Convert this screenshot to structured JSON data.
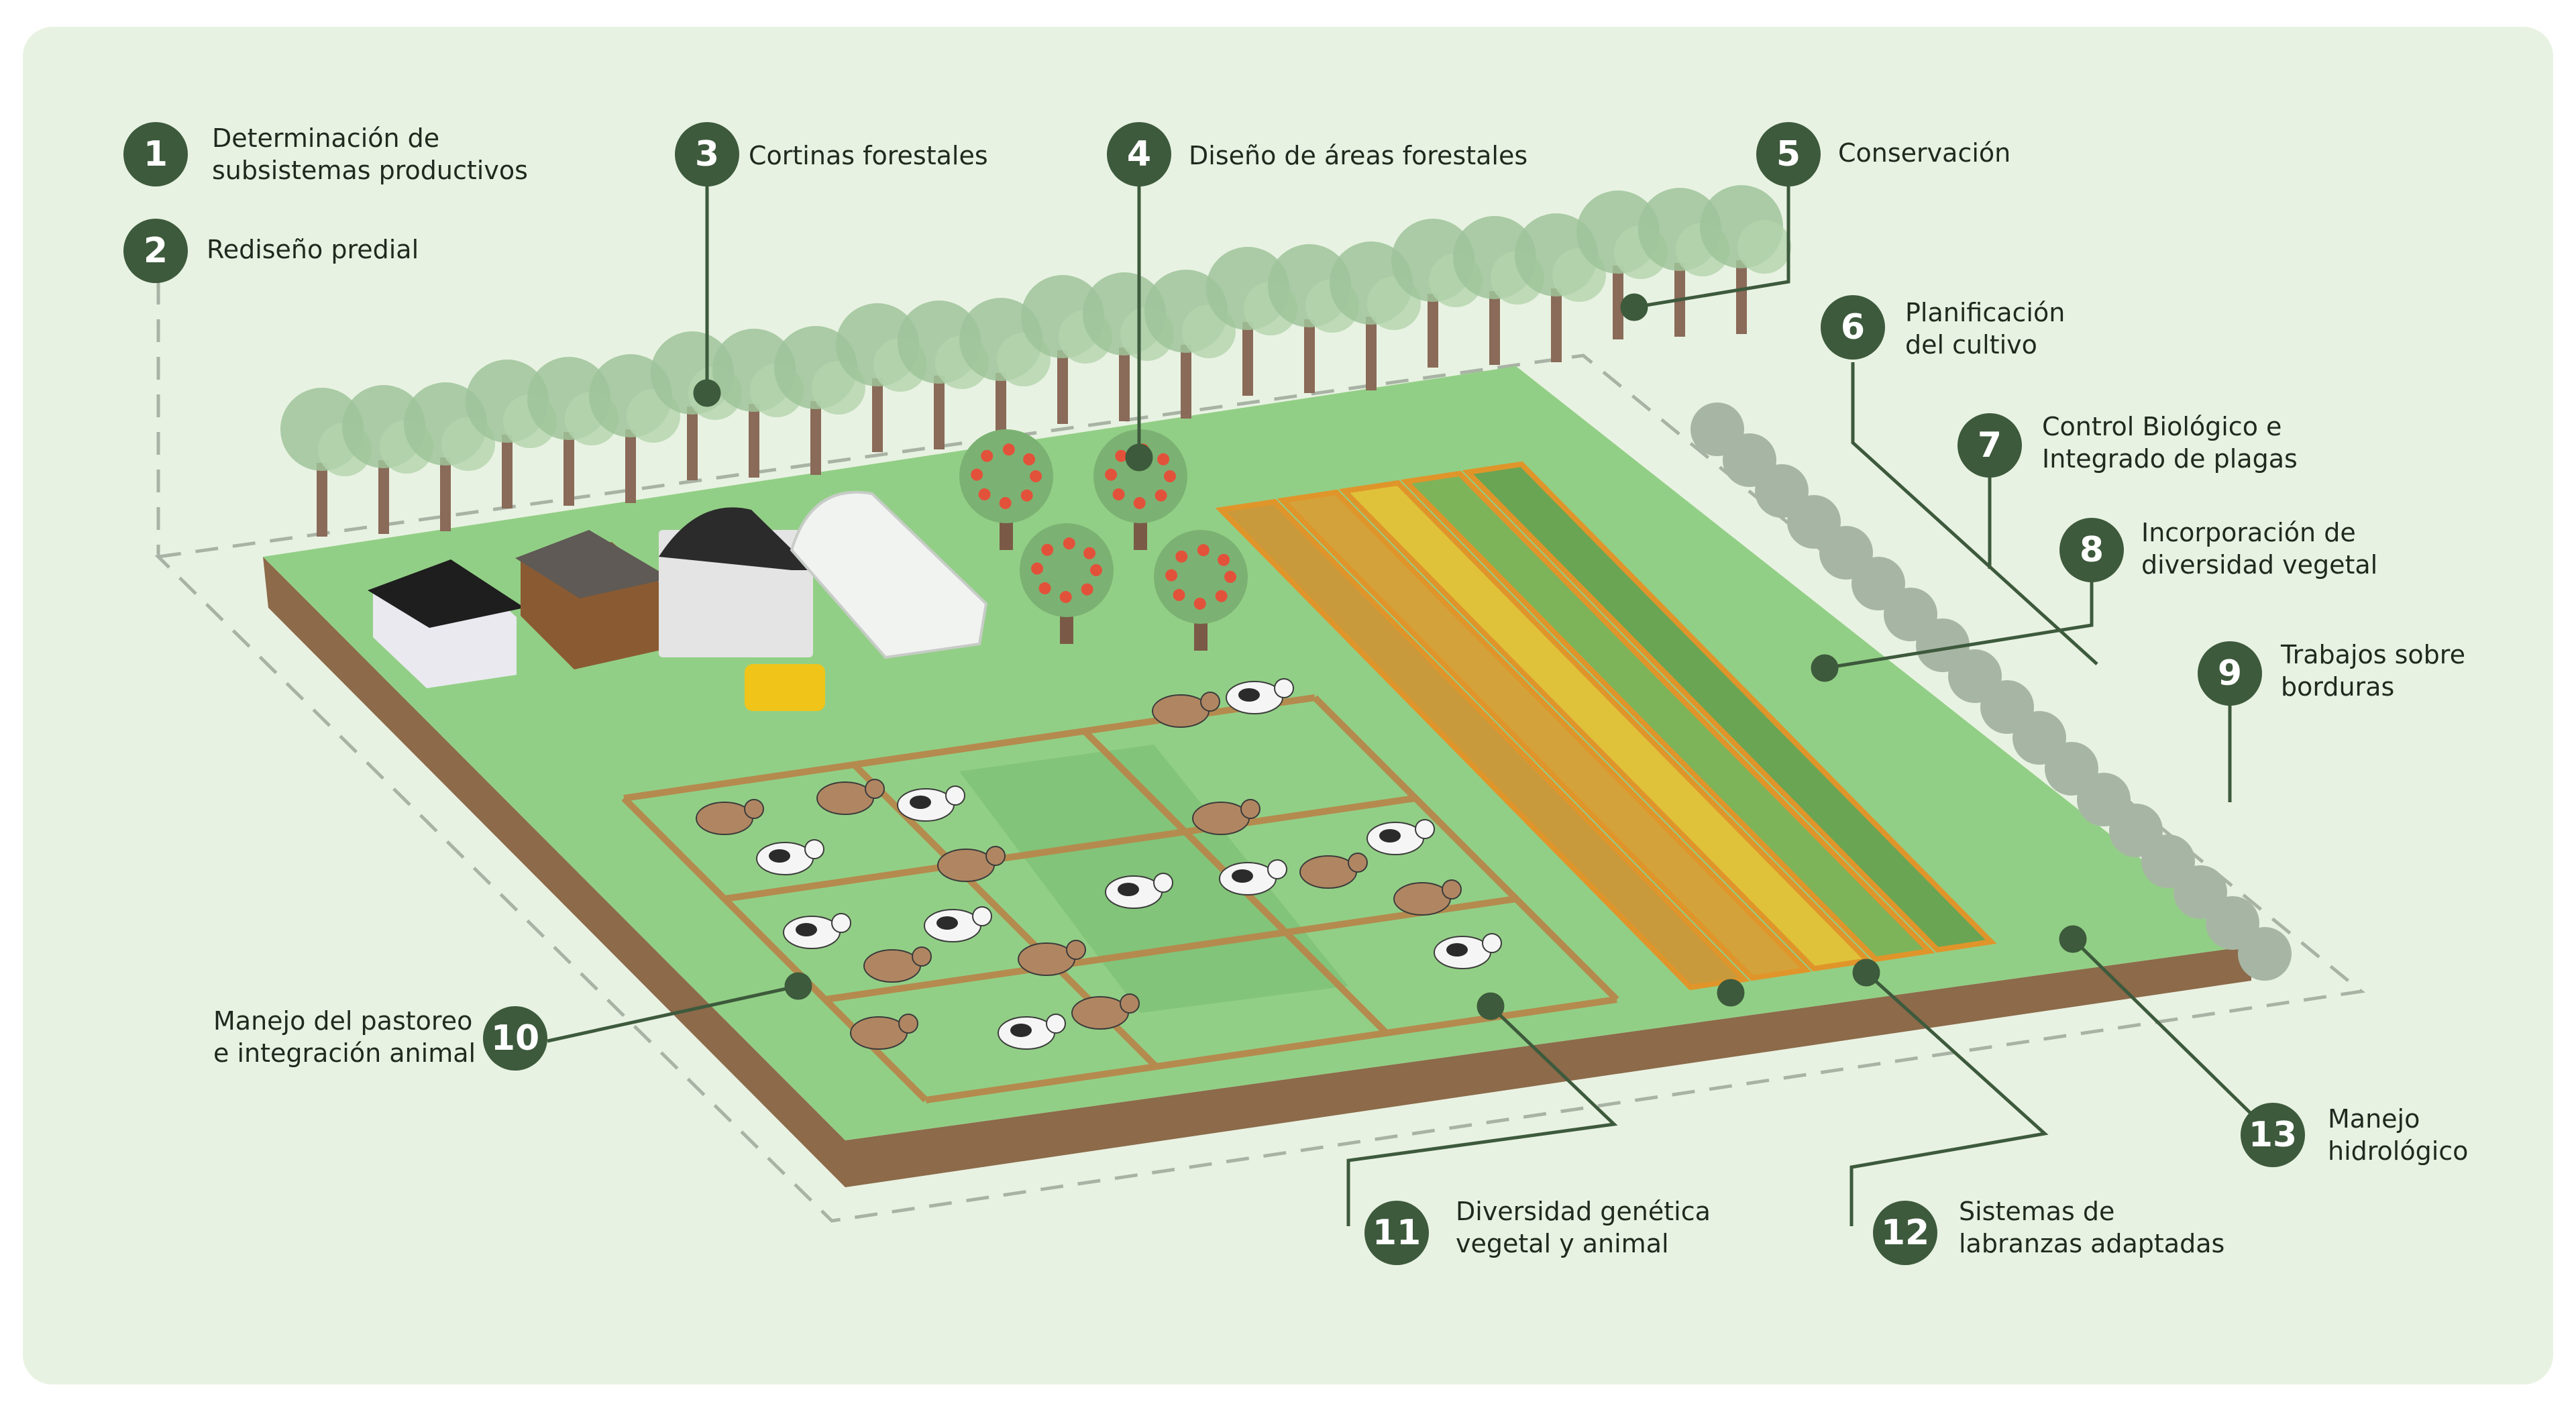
{
  "colors": {
    "panel_bg": "#e8f2e2",
    "accent": "#3d5a3c",
    "ground": "#92cf86",
    "soil": "#8c6a4a",
    "dash": "#a9b3a5",
    "leader": "#3d5a3c"
  },
  "items": [
    {
      "number": "1",
      "lines": [
        "Determinación de",
        "subsistemas productivos"
      ]
    },
    {
      "number": "2",
      "lines": [
        "Rediseño predial"
      ]
    },
    {
      "number": "3",
      "lines": [
        "Cortinas forestales"
      ]
    },
    {
      "number": "4",
      "lines": [
        "Diseño de áreas forestales"
      ]
    },
    {
      "number": "5",
      "lines": [
        "Conservación"
      ]
    },
    {
      "number": "6",
      "lines": [
        "Planificación",
        "del cultivo"
      ]
    },
    {
      "number": "7",
      "lines": [
        "Control Biológico e",
        "Integrado de plagas"
      ]
    },
    {
      "number": "8",
      "lines": [
        "Incorporación de",
        "diversidad vegetal"
      ]
    },
    {
      "number": "9",
      "lines": [
        "Trabajos sobre",
        "borduras"
      ]
    },
    {
      "number": "10",
      "lines": [
        "Manejo del pastoreo",
        "e integración animal"
      ]
    },
    {
      "number": "11",
      "lines": [
        "Diversidad genética",
        "vegetal y animal"
      ]
    },
    {
      "number": "12",
      "lines": [
        "Sistemas de",
        "labranzas adaptadas"
      ]
    },
    {
      "number": "13",
      "lines": [
        "Manejo",
        "hidrológico"
      ]
    }
  ]
}
